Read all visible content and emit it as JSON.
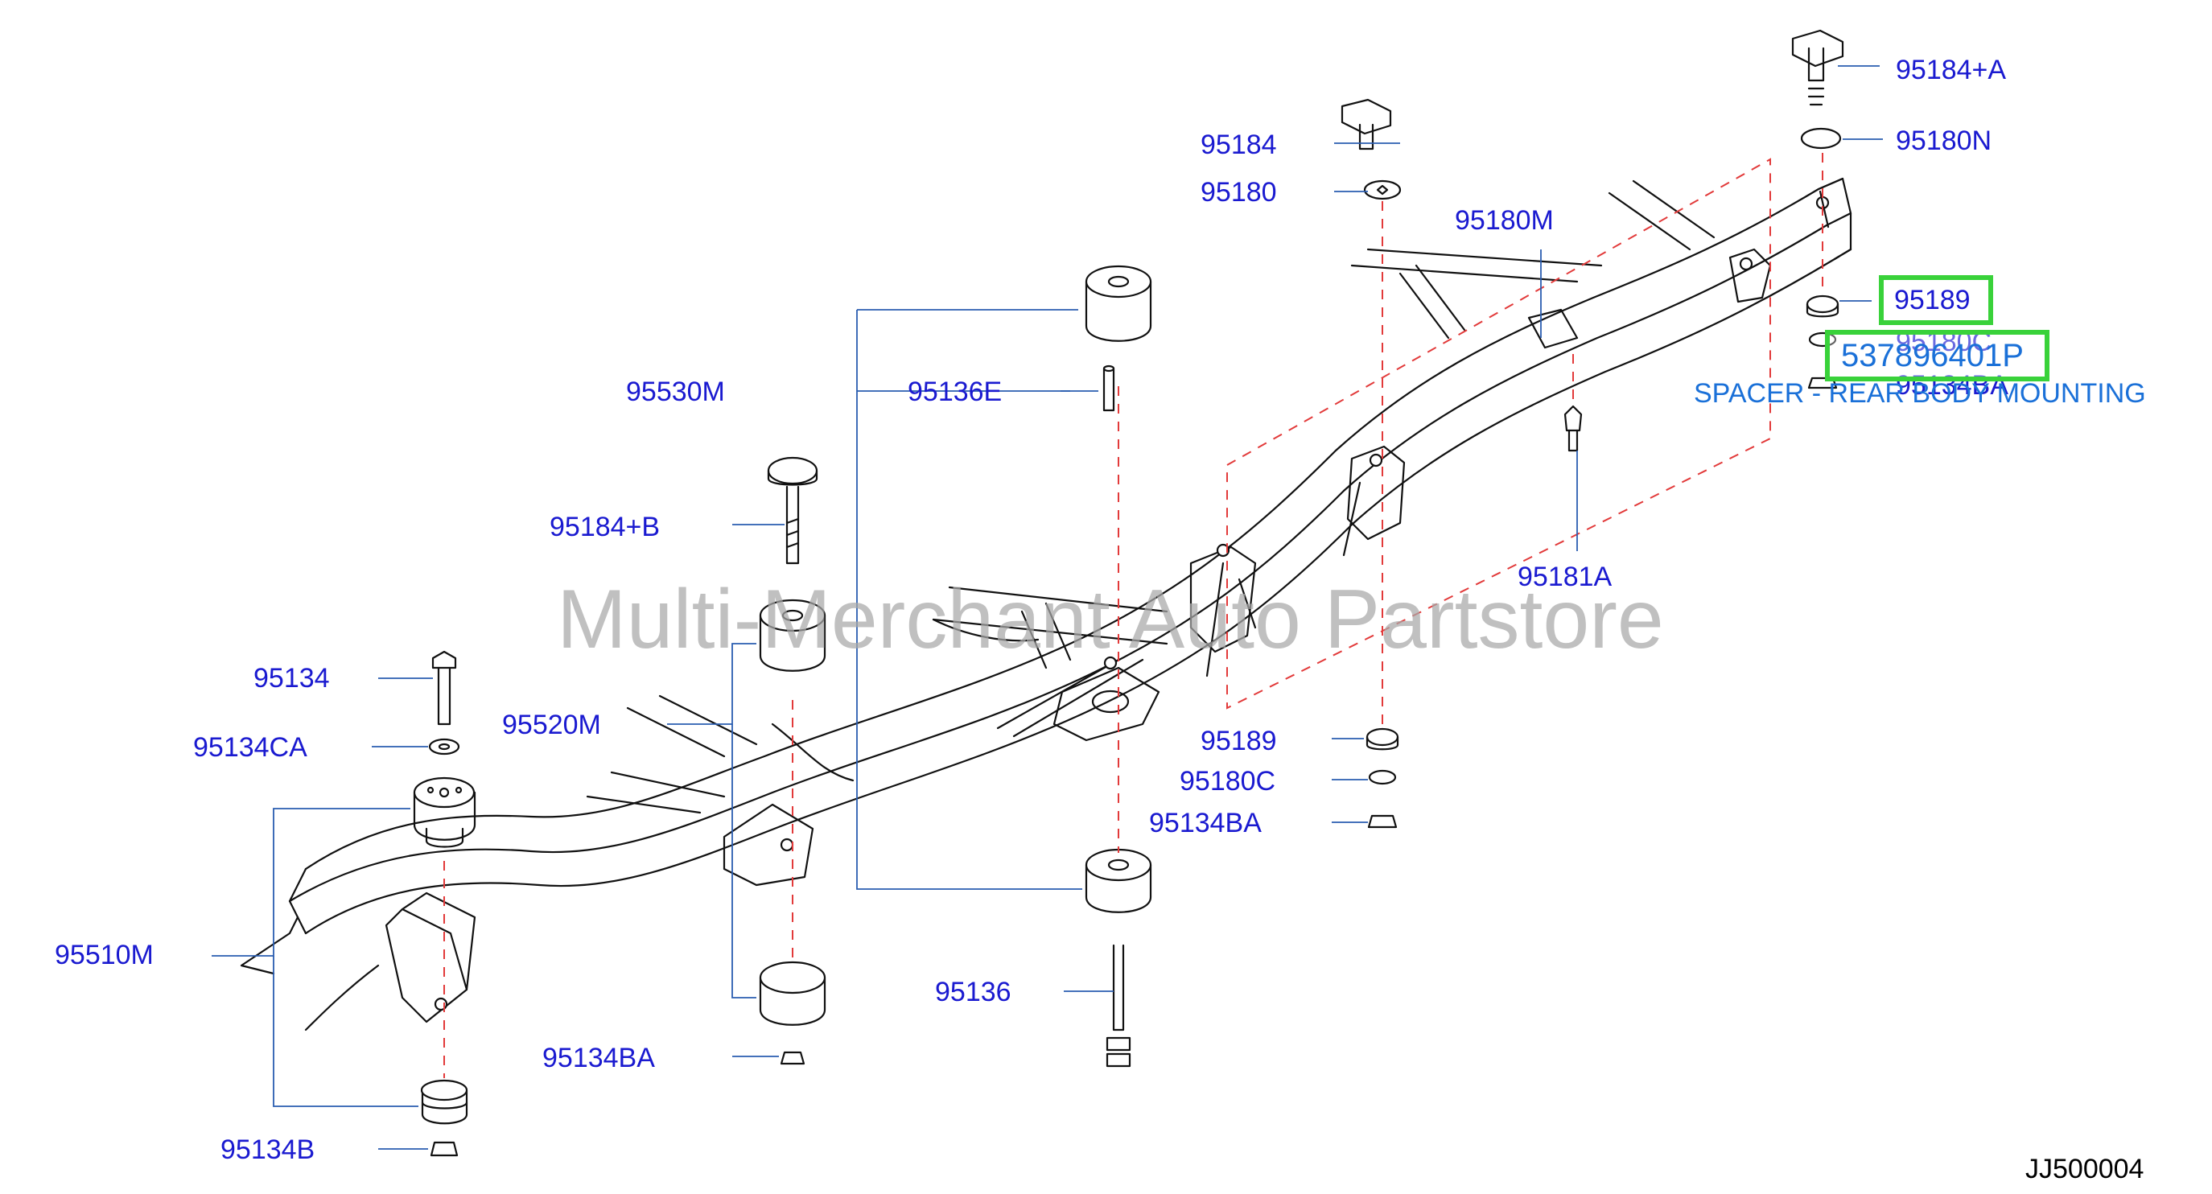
{
  "labels": {
    "p95184a": "95184+A",
    "p95180n": "95180N",
    "p95184": "95184",
    "p95180": "95180",
    "p95180m": "95180M",
    "p95189_top": "95189",
    "p95180c_top": "95180C",
    "p95134ba_top": "95134BA",
    "p95530m": "95530M",
    "p95136e": "95136E",
    "p95184b": "95184+B",
    "p95181a": "95181A",
    "p95134": "95134",
    "p95134ca": "95134CA",
    "p95520m": "95520M",
    "p95189_mid": "95189",
    "p95180c_mid": "95180C",
    "p95134ba_mid": "95134BA",
    "p95510m": "95510M",
    "p95136": "95136",
    "p95134ba_low": "95134BA",
    "p95134b": "95134B"
  },
  "selected_part": {
    "number": "537896401P",
    "description": "SPACER - REAR BODY MOUNTING"
  },
  "watermark": "Multi-Merchant Auto Partstore",
  "diagram_ref": "JJ500004",
  "colors": {
    "label": "#1a1ad0",
    "selected": "#1a70d8",
    "highlight": "#39d23a",
    "leader": "#2a5db0",
    "dashed": "#e23a3a",
    "outline": "#111111"
  }
}
